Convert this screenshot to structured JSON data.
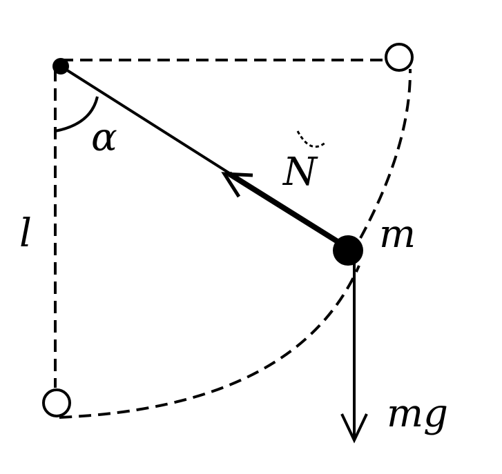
{
  "labels": {
    "angle": "α",
    "length": "l",
    "mass": "m",
    "normal_force": "N",
    "weight": "mg"
  },
  "colors": {
    "ink": "#000000",
    "background": "#ffffff"
  }
}
